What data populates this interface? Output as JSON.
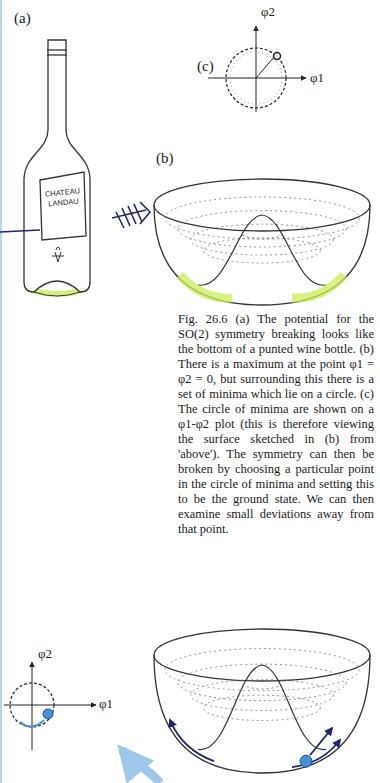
{
  "diagram": {
    "caption": "Fig. 26.6 (a) The potential for the SO(2) symmetry breaking looks like the bottom of a punted wine bottle. (b) There is a maximum at the point φ1 = φ2 = 0, but surrounding this there is a set of minima which lie on a circle. (c) The circle of minima are shown on a φ1-φ2 plot (this is therefore viewing the surface sketched in (b) from 'above'). The symmetry can then be broken by choosing a particular point in the circle of minima and setting this to be the ground state. We can then examine small deviations away from that point.",
    "labels": [
      "(a)",
      "(c)",
      "φ2",
      "φ1",
      "(b)",
      "CHATEAU LANDAU",
      "φ2",
      "φ1"
    ]
  }
}
